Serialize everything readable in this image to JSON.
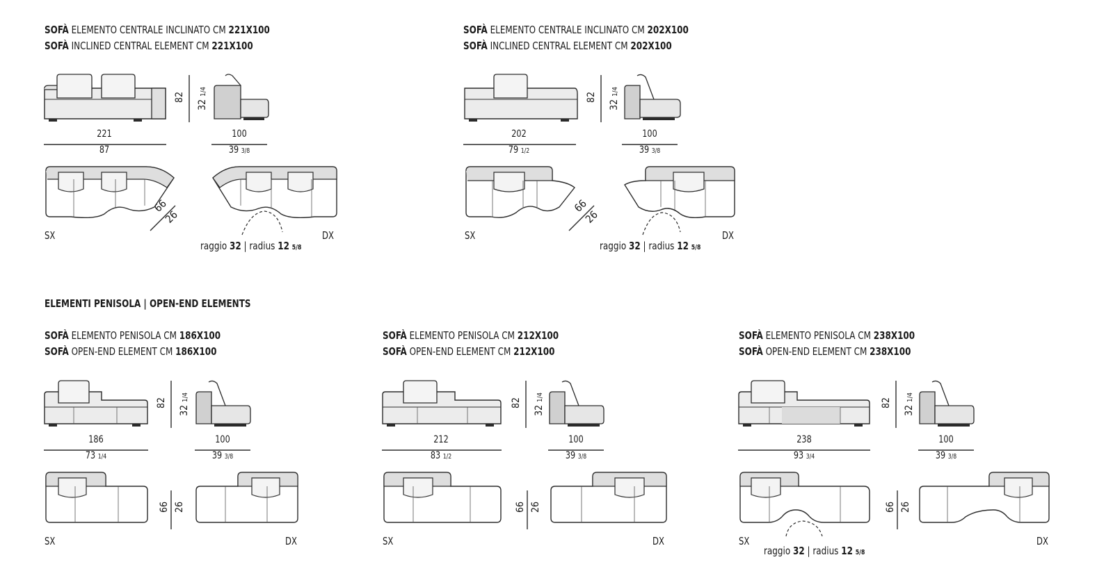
{
  "blocks": {
    "inclined221": {
      "title_it_prefix": "SOFÀ",
      "title_it_text": "ELEMENTO CENTRALE INCLINATO CM",
      "title_it_size": "221X100",
      "title_en_prefix": "SOFÀ",
      "title_en_text": "INCLINED CENTRAL ELEMENT CM",
      "title_en_size": "221X100",
      "width_cm": "221",
      "width_in": "87",
      "depth_cm": "100",
      "depth_in_whole": "39",
      "depth_in_frac": "3/8",
      "height_cm": "82",
      "height_in_whole": "32",
      "height_in_frac": "1/4",
      "diag_cm": "66",
      "diag_in": "26",
      "left_label": "SX",
      "right_label": "DX",
      "radius_prefix": "raggio",
      "radius_cm": "32",
      "radius_sep": "| radius",
      "radius_in": "12",
      "radius_in_frac": "5/8"
    },
    "inclined202": {
      "title_it_prefix": "SOFÀ",
      "title_it_text": "ELEMENTO CENTRALE INCLINATO CM",
      "title_it_size": "202X100",
      "title_en_prefix": "SOFÀ",
      "title_en_text": "INCLINED CENTRAL ELEMENT CM",
      "title_en_size": "202X100",
      "width_cm": "202",
      "width_in_whole": "79",
      "width_in_frac": "1/2",
      "depth_cm": "100",
      "depth_in_whole": "39",
      "depth_in_frac": "3/8",
      "height_cm": "82",
      "height_in_whole": "32",
      "height_in_frac": "1/4",
      "diag_cm": "66",
      "diag_in": "26",
      "left_label": "SX",
      "right_label": "DX",
      "radius_prefix": "raggio",
      "radius_cm": "32",
      "radius_sep": "| radius",
      "radius_in": "12",
      "radius_in_frac": "5/8"
    },
    "section_title": "ELEMENTI PENISOLA | OPEN-END ELEMENTS",
    "open186": {
      "title_it_prefix": "SOFÀ",
      "title_it_text": "ELEMENTO PENISOLA CM",
      "title_it_size": "186X100",
      "title_en_prefix": "SOFÀ",
      "title_en_text": "OPEN-END ELEMENT CM",
      "title_en_size": "186X100",
      "width_cm": "186",
      "width_in_whole": "73",
      "width_in_frac": "1/4",
      "depth_cm": "100",
      "depth_in_whole": "39",
      "depth_in_frac": "3/8",
      "height_cm": "82",
      "height_in_whole": "32",
      "height_in_frac": "1/4",
      "plan_depth_cm": "66",
      "plan_depth_in": "26",
      "left_label": "SX",
      "right_label": "DX"
    },
    "open212": {
      "title_it_prefix": "SOFÀ",
      "title_it_text": "ELEMENTO PENISOLA CM",
      "title_it_size": "212X100",
      "title_en_prefix": "SOFÀ",
      "title_en_text": "OPEN-END ELEMENT CM",
      "title_en_size": "212X100",
      "width_cm": "212",
      "width_in_whole": "83",
      "width_in_frac": "1/2",
      "depth_cm": "100",
      "depth_in_whole": "39",
      "depth_in_frac": "3/8",
      "height_cm": "82",
      "height_in_whole": "32",
      "height_in_frac": "1/4",
      "plan_depth_cm": "66",
      "plan_depth_in": "26",
      "left_label": "SX",
      "right_label": "DX"
    },
    "open238": {
      "title_it_prefix": "SOFÀ",
      "title_it_text": "ELEMENTO PENISOLA CM",
      "title_it_size": "238X100",
      "title_en_prefix": "SOFÀ",
      "title_en_text": "OPEN-END ELEMENT CM",
      "title_en_size": "238X100",
      "width_cm": "238",
      "width_in_whole": "93",
      "width_in_frac": "3/4",
      "depth_cm": "100",
      "depth_in_whole": "39",
      "depth_in_frac": "3/8",
      "height_cm": "82",
      "height_in_whole": "32",
      "height_in_frac": "1/4",
      "plan_depth_cm": "66",
      "plan_depth_in": "26",
      "left_label": "SX",
      "right_label": "DX",
      "radius_prefix": "raggio",
      "radius_cm": "32",
      "radius_sep": "| radius",
      "radius_in": "12",
      "radius_in_frac": "5/8"
    }
  },
  "colors": {
    "line": "#2b2b2b",
    "fill_light": "#f2f2f2",
    "fill_mid": "#d9d9d9",
    "fill_dark": "#bdbdbd"
  }
}
